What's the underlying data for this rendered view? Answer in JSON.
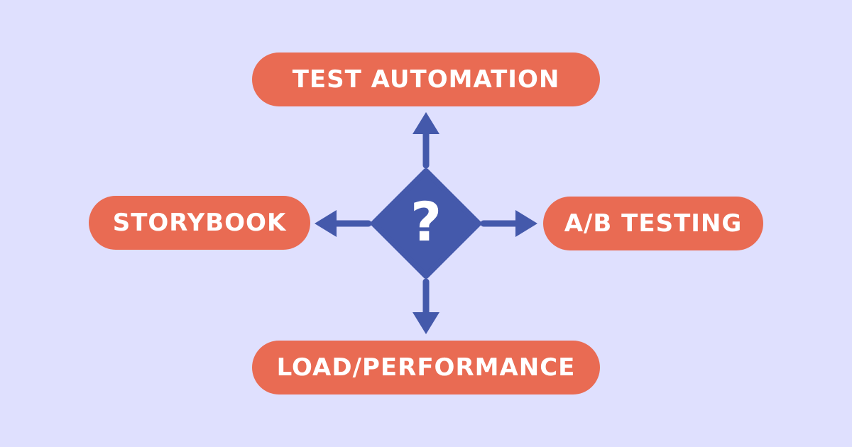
{
  "diagram": {
    "center_symbol": "?",
    "nodes": {
      "top": "TEST AUTOMATION",
      "left": "STORYBOOK",
      "right": "A/B TESTING",
      "bottom": "LOAD/PERFORMANCE"
    },
    "icons": {
      "center": "question-diamond-icon",
      "arrows": [
        "arrow-up-icon",
        "arrow-left-icon",
        "arrow-right-icon",
        "arrow-down-icon"
      ]
    }
  },
  "colors": {
    "background": "#dfe0fe",
    "pill": "#e96b53",
    "diamond": "#4459ab",
    "arrow": "#4459ab",
    "text": "#ffffff"
  }
}
